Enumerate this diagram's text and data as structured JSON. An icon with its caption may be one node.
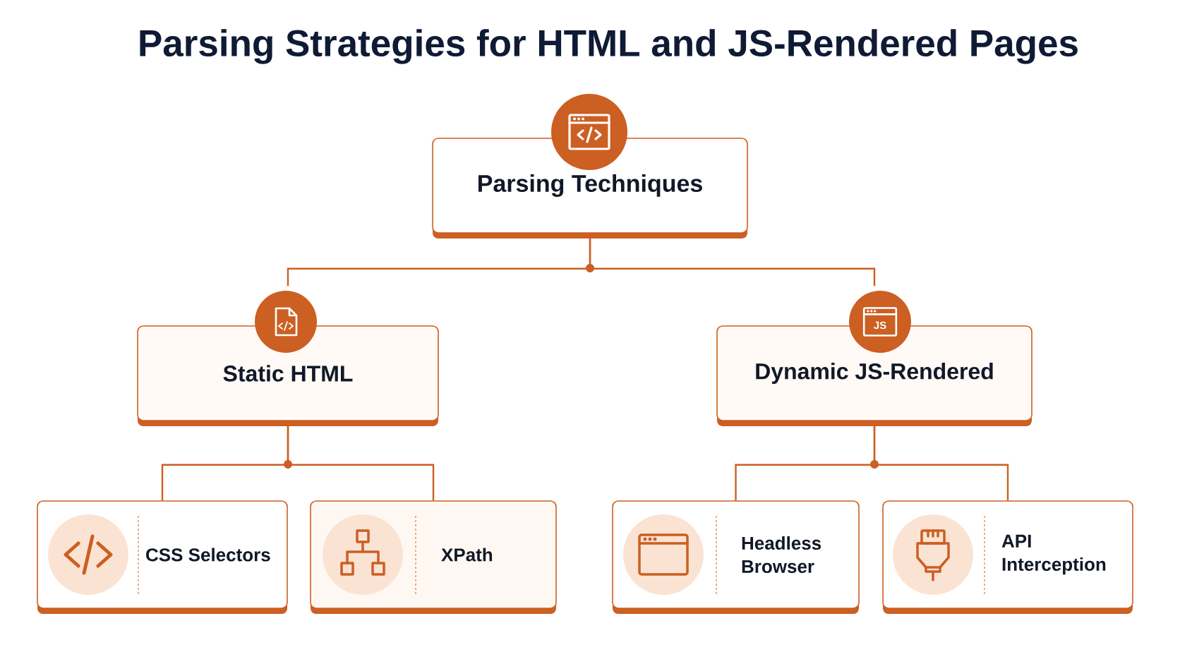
{
  "diagram": {
    "title": "Parsing Strategies for HTML and JS-Rendered Pages",
    "nodes": [
      {
        "text": [
          "Parsing Techniques"
        ]
      },
      {
        "text": [
          "Static HTML"
        ]
      },
      {
        "text": [
          "Dynamic JS-Rendered"
        ]
      },
      {
        "text": [
          "CSS Selectors"
        ]
      },
      {
        "text": [
          "XPath"
        ]
      },
      {
        "text": [
          "Headless Browser"
        ]
      },
      {
        "text": [
          "API Interception"
        ]
      }
    ],
    "edges": [
      {
        "from": 0,
        "to": 1,
        "arrow": "none"
      },
      {
        "from": 0,
        "to": 2,
        "arrow": "none"
      },
      {
        "from": 1,
        "to": 3,
        "arrow": "none"
      },
      {
        "from": 1,
        "to": 4,
        "arrow": "none"
      },
      {
        "from": 2,
        "to": 5,
        "arrow": "none"
      },
      {
        "from": 2,
        "to": 6,
        "arrow": "none"
      }
    ],
    "labels": [
      "JS"
    ]
  }
}
